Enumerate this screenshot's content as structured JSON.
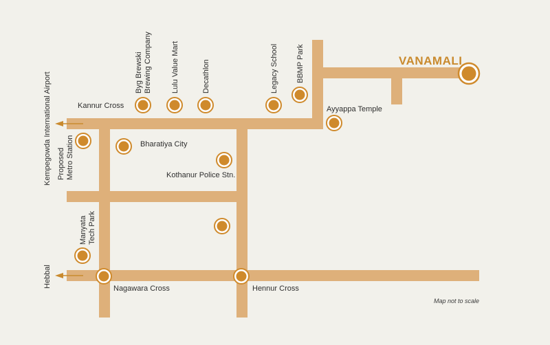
{
  "project": {
    "name": "VANAMALI"
  },
  "colors": {
    "road": "#deb07a",
    "marker_fill": "#cf8a2c",
    "marker_ring": "#cf8a2c",
    "arrow": "#c98a2e",
    "background": "#f2f1eb",
    "brand": "#c98a2e"
  },
  "directions": {
    "airport": "Kempegowda International Airport",
    "hebbal": "Hebbal"
  },
  "landmarks": {
    "byg_brewski_line1": "Byg Brewski",
    "byg_brewski_line2": "Brewing Company",
    "lulu": "Lulu Value Mart",
    "decathlon": "Decathlon",
    "legacy_school": "Legacy School",
    "bbmp_park": "BBMP Park",
    "kannur_cross": "Kannur Cross",
    "ayyappa_temple": "Ayyappa Temple",
    "bharatiya_city": "Bharatiya City",
    "metro_line1": "Proposed",
    "metro_line2": "Metro Station",
    "kothanur_police": "Kothanur Police Stn.",
    "manyata_line1": "Manyata",
    "manyata_line2": "Tech Park",
    "nagawara_cross": "Nagawara Cross",
    "hennur_cross": "Hennur Cross"
  },
  "note": "Map not to scale"
}
